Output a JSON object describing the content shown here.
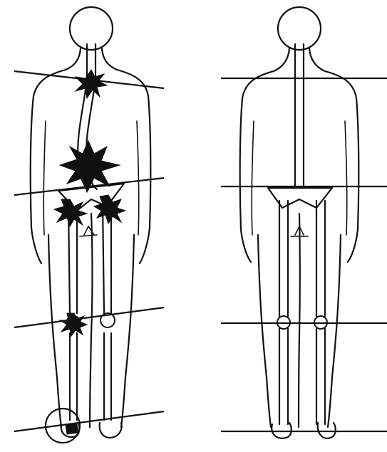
{
  "figure": {
    "left": {
      "label": "",
      "state": "misaligned",
      "pain_points": [
        "upper-back",
        "lower-back",
        "left-hip",
        "right-hip",
        "left-knee",
        "left-foot"
      ],
      "highlighted": [
        "left-foot"
      ]
    },
    "right": {
      "label": "",
      "state": "aligned",
      "pain_points": []
    }
  },
  "colors": {
    "ink": "#111111",
    "background": "#ffffff"
  }
}
